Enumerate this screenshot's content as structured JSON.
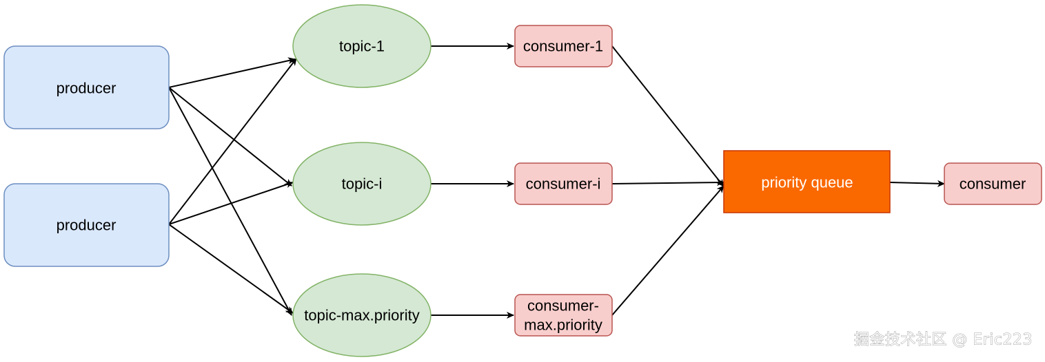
{
  "diagram": {
    "nodes": {
      "producer_1": {
        "label": "producer"
      },
      "producer_2": {
        "label": "producer"
      },
      "topic_1": {
        "label": "topic-1"
      },
      "topic_i": {
        "label": "topic-i"
      },
      "topic_max": {
        "label": "topic-max.priority"
      },
      "consumer_1": {
        "label": "consumer-1"
      },
      "consumer_i": {
        "label": "consumer-i"
      },
      "consumer_max": {
        "line1": "consumer-",
        "line2": "max.priority"
      },
      "priority_queue": {
        "label": "priority queue"
      },
      "consumer_final": {
        "label": "consumer"
      }
    },
    "edges": [
      {
        "from": "producer_1",
        "to": "topic_1"
      },
      {
        "from": "producer_1",
        "to": "topic_i"
      },
      {
        "from": "producer_1",
        "to": "topic_max"
      },
      {
        "from": "producer_2",
        "to": "topic_1"
      },
      {
        "from": "producer_2",
        "to": "topic_i"
      },
      {
        "from": "producer_2",
        "to": "topic_max"
      },
      {
        "from": "topic_1",
        "to": "consumer_1"
      },
      {
        "from": "topic_i",
        "to": "consumer_i"
      },
      {
        "from": "topic_max",
        "to": "consumer_max"
      },
      {
        "from": "consumer_1",
        "to": "priority_queue"
      },
      {
        "from": "consumer_i",
        "to": "priority_queue"
      },
      {
        "from": "consumer_max",
        "to": "priority_queue"
      },
      {
        "from": "priority_queue",
        "to": "consumer_final"
      }
    ]
  },
  "watermark": {
    "text": "掘金技术社区 @ Eric223"
  },
  "colors": {
    "producer_fill": "#dae8fc",
    "producer_stroke": "#6c8ebf",
    "topic_fill": "#d5e8d4",
    "topic_stroke": "#82b366",
    "consumer_fill": "#f8cecc",
    "consumer_stroke": "#b85450",
    "queue_fill": "#fa6800",
    "queue_stroke": "#c73500",
    "edge": "#000000"
  }
}
